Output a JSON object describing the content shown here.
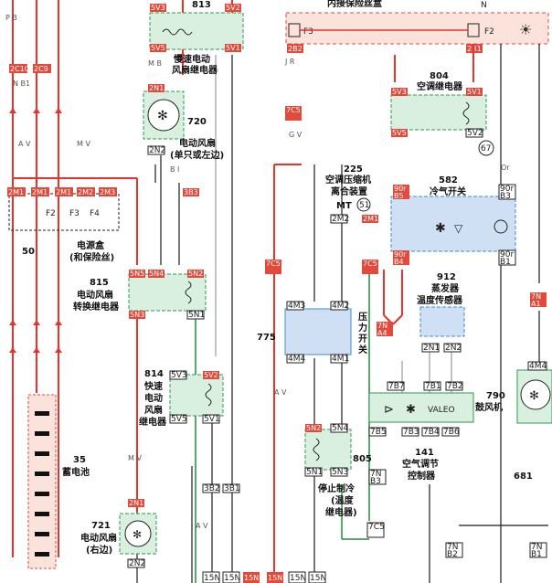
{
  "colors": {
    "wire_red": "#e8322a",
    "wire_black": "#1a1a1a",
    "wire_gray": "#9a9a9a",
    "wire_green": "#1f8f3a",
    "relay_fill": "#d9efdf",
    "relay_stroke": "#2f9a4f",
    "blue_fill": "#cfe0f5",
    "fuse_fill": "#fbe3dc",
    "pin_red": "#e24a3b"
  },
  "top": {
    "fuse_box_title": "内接保险丝盒",
    "f3": "F3",
    "f2": "F2",
    "pin_2b2": "2B2",
    "pin_2b1": "2B1",
    "n_label": "N"
  },
  "comp813": {
    "num": "813",
    "name1": "慢速电动",
    "name2": "风扇继电器",
    "pin_top": "5V3",
    "pin_top2": "5V2",
    "pin_bot": "5V5",
    "pin_bot2": "5V1"
  },
  "comp720": {
    "num": "720",
    "name1": "电动风扇",
    "name2": "(单只或左边)",
    "pin_top": "2N1",
    "pin_bot": "2N2"
  },
  "comp804": {
    "num": "804",
    "name": "空调继电器",
    "pin_a": "5V3",
    "pin_b": "5V1",
    "pin_c": "5V5",
    "pin_d": "5V2"
  },
  "comp225": {
    "num": "225",
    "name1": "空调压缩机",
    "name2": "离合装置",
    "mt": "MT",
    "circle": "51",
    "pin": "2M2",
    "pin2": "2M1"
  },
  "comp582": {
    "num": "582",
    "name": "冷气开关",
    "pin_a": "B5",
    "pin_b": "B3",
    "pin_c": "B4",
    "pin_d": "B1",
    "pin_pfx": "90r"
  },
  "comp67": {
    "circle": "67"
  },
  "comp50": {
    "num": "50",
    "name1": "电源盒",
    "name2": "(和保险丝)",
    "pins": [
      "2C10",
      "2C9",
      "2M1",
      "2M1",
      "2M1",
      "2M2",
      "2M3"
    ],
    "fuses": [
      "F2",
      "F3",
      "F4"
    ]
  },
  "comp815": {
    "num": "815",
    "name1": "电动风扇",
    "name2": "转换继电器",
    "pin_a": "5N5",
    "pin_b": "5N4",
    "pin_c": "5N3",
    "pin_d": "5N2",
    "pin_e": "5N1"
  },
  "comp775": {
    "num": "775",
    "name1": "压",
    "name2": "力",
    "name3": "开",
    "name4": "关",
    "pin_a": "4M3",
    "pin_b": "4M2",
    "pin_c": "4M4",
    "pin_d": "4M1"
  },
  "comp912": {
    "num": "912",
    "name1": "蒸发器",
    "name2": "温度传感器",
    "pin_a": "2N1",
    "pin_b": "2N2"
  },
  "comp814": {
    "num": "814",
    "name1": "快速",
    "name2": "电动",
    "name3": "风扇",
    "name4": "继电器",
    "pin_a": "5V3",
    "pin_b": "5V2",
    "pin_c": "5V5",
    "pin_d": "5V1"
  },
  "comp790": {
    "num": "790",
    "name": "鼓风机",
    "pin": "4M4",
    "valeo": "VALEO",
    "pins": [
      "7B7",
      "7B1",
      "7B2",
      "7B5",
      "7B3",
      "7B4",
      "7B6"
    ]
  },
  "comp35": {
    "num": "35",
    "name": "蓄电池"
  },
  "comp805": {
    "num": "805",
    "name1": "停止制冷",
    "name2": "(温度",
    "name3": "继电器)",
    "pin_a": "5N2",
    "pin_b": "5N4",
    "pin_c": "5N1",
    "pin_d": "5N3"
  },
  "comp141": {
    "num": "141",
    "name1": "空气调节",
    "name2": "控制器"
  },
  "comp721": {
    "num": "721",
    "name1": "电动风扇",
    "name2": "(右边)",
    "pin_top": "2N1",
    "pin_bot": "2N2"
  },
  "comp681": {
    "num": "681"
  },
  "connectors": {
    "c7c5a": "7C5",
    "c7c5b": "7C5",
    "c7c5c": "7C5",
    "c7c5d": "7C5",
    "c7n": "7N",
    "a4": "A4",
    "a1": "A1",
    "c3b3": "3B3",
    "c3b2": "3B2",
    "c3b1": "3B1",
    "c7n_b3": "7N",
    "b3": "B3",
    "b2": "B2",
    "b1": "B1",
    "c7n3": "7N",
    "c7n4": "7N"
  },
  "bottom_pins": [
    "15N",
    "15N",
    "15N",
    "15N",
    "15N",
    "15N"
  ],
  "wire_labels": {
    "pb": "P B",
    "ab": "A V",
    "mv": "M V",
    "jr": "J R",
    "gv": "G V",
    "bi": "B I",
    "or": "Or",
    "mb": "M B",
    "nb": "N B1"
  }
}
